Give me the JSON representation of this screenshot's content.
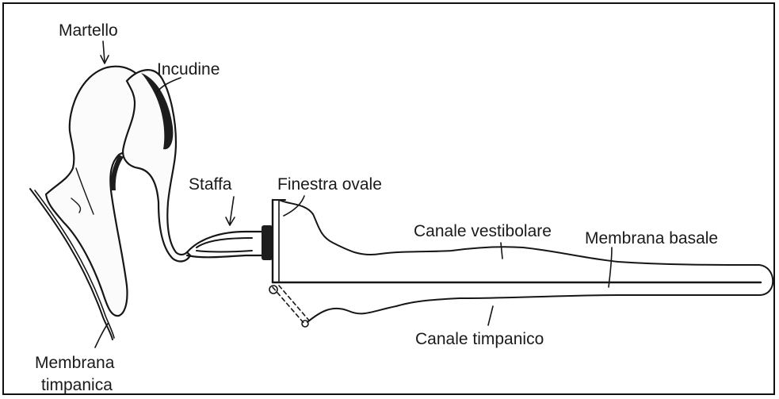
{
  "labels": {
    "martello": "Martello",
    "incudine": "Incudine",
    "staffa": "Staffa",
    "finestra_ovale": "Finestra ovale",
    "canale_vestibolare": "Canale vestibolare",
    "membrana_basale": "Membrana basale",
    "canale_timpanico": "Canale timpanico",
    "membrana_line1": "Membrana",
    "membrana_line2": "timpanica"
  },
  "colors": {
    "ink": "#161616",
    "background": "#ffffff"
  }
}
